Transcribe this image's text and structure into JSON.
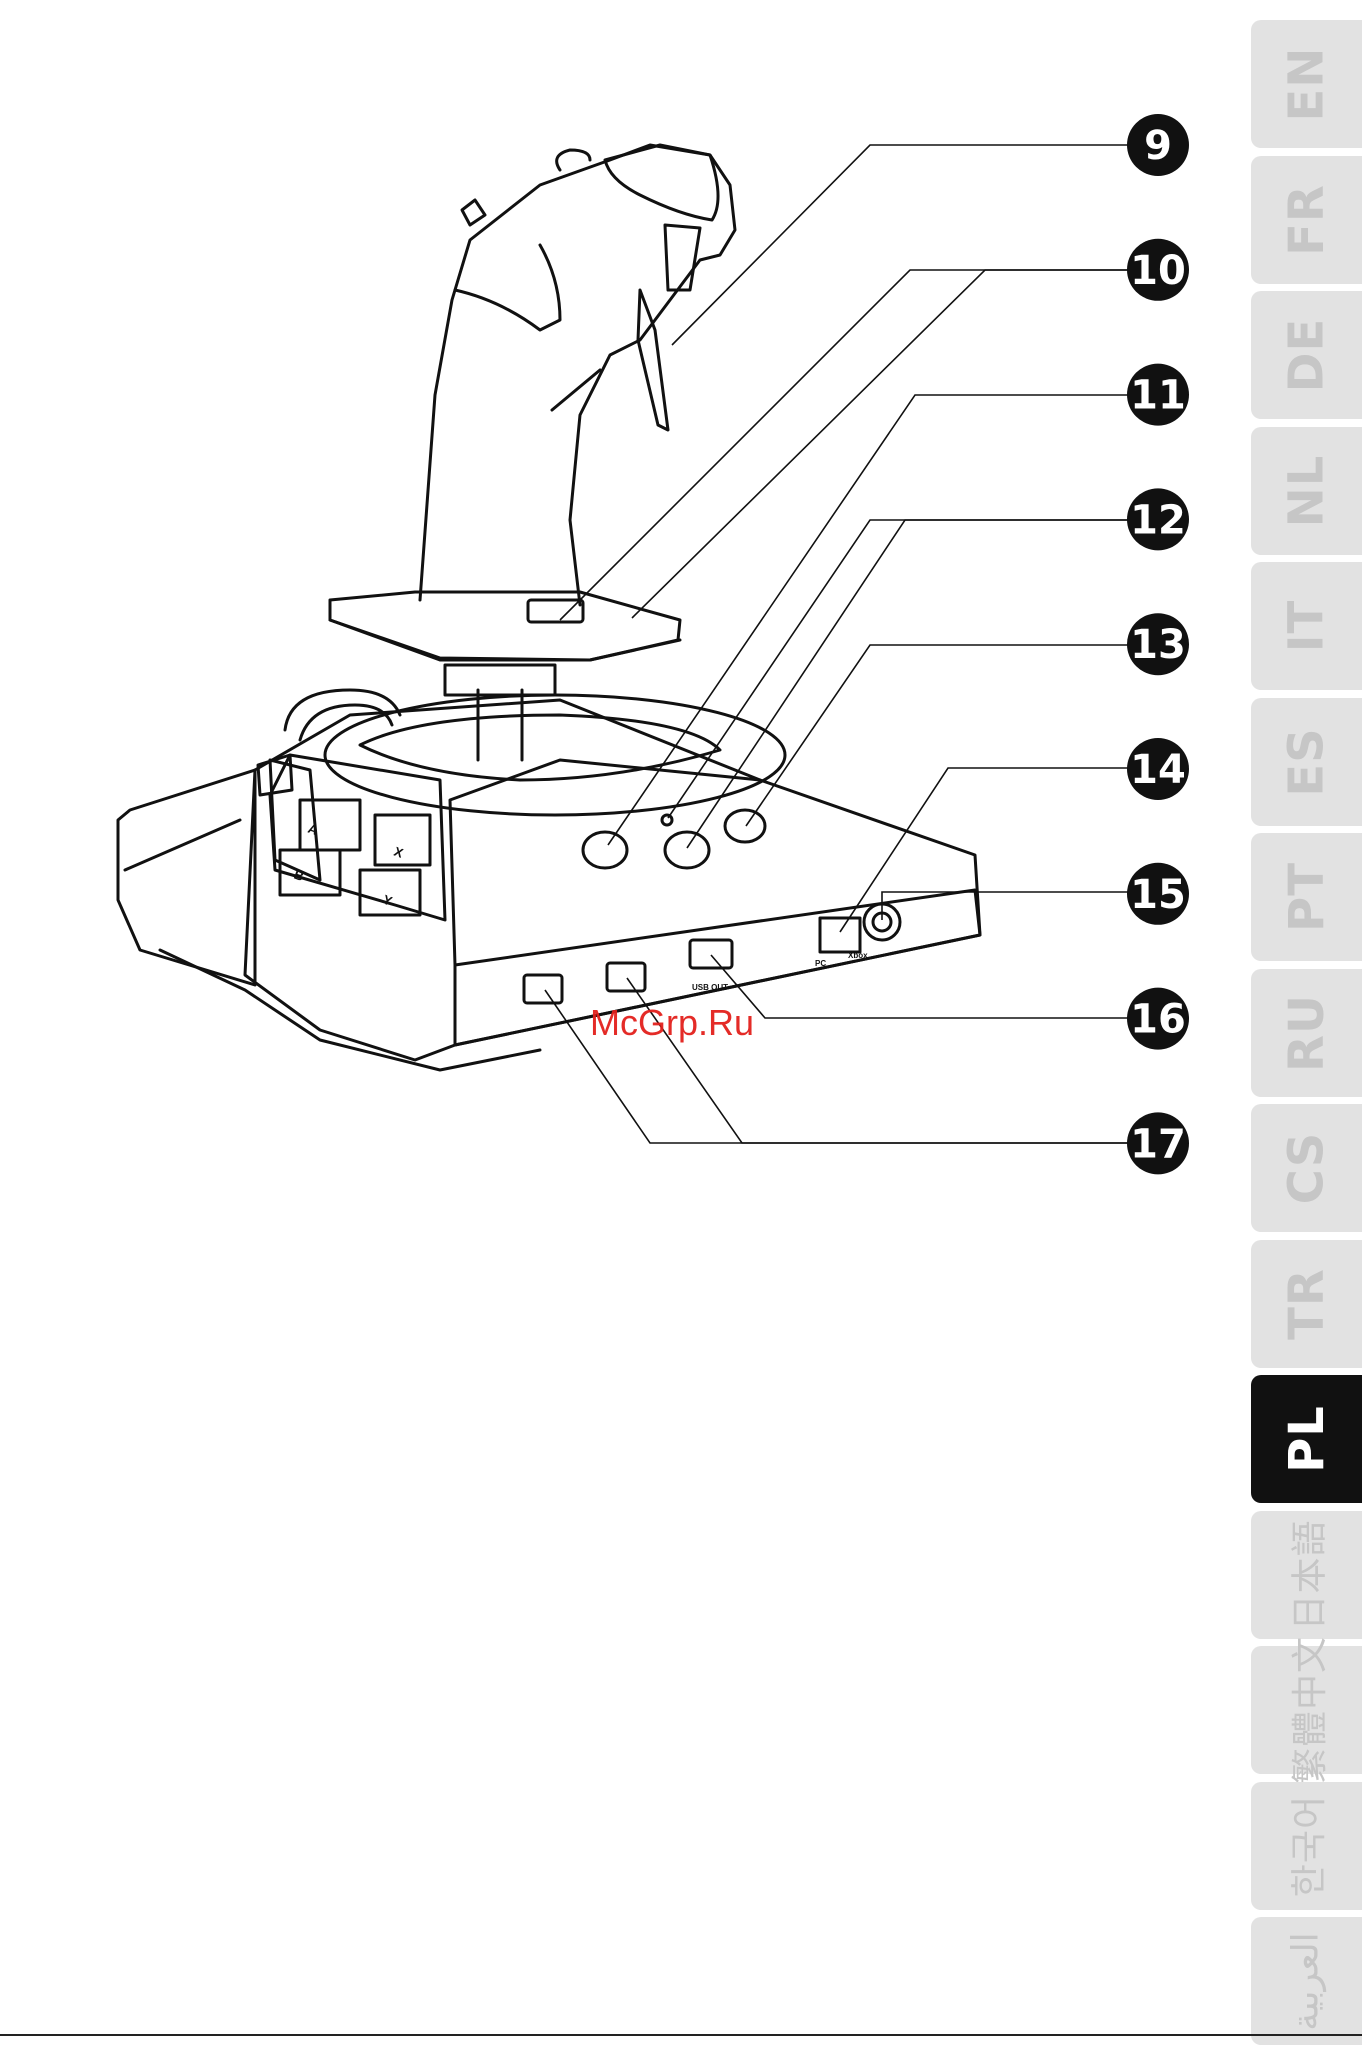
{
  "callouts": [
    "9",
    "10",
    "11",
    "12",
    "13",
    "14",
    "15",
    "16",
    "17"
  ],
  "keys": {
    "a": "A",
    "b": "B",
    "x": "X",
    "y": "Y"
  },
  "port_labels": {
    "usb_out": "USB OUT",
    "pc": "PC",
    "xbox": "Xbox"
  },
  "watermark": "McGrp.Ru",
  "languages": [
    {
      "code": "EN",
      "active": false
    },
    {
      "code": "FR",
      "active": false
    },
    {
      "code": "DE",
      "active": false
    },
    {
      "code": "NL",
      "active": false
    },
    {
      "code": "IT",
      "active": false
    },
    {
      "code": "ES",
      "active": false
    },
    {
      "code": "PT",
      "active": false
    },
    {
      "code": "RU",
      "active": false
    },
    {
      "code": "CS",
      "active": false
    },
    {
      "code": "TR",
      "active": false
    },
    {
      "code": "PL",
      "active": true
    },
    {
      "code": "日本語",
      "active": false
    },
    {
      "code": "繁體中文",
      "active": false
    },
    {
      "code": "한국어",
      "active": false
    },
    {
      "code": "العربية",
      "active": false
    }
  ],
  "colors": {
    "ink": "#111111",
    "tab_inactive": "#e2e2e2",
    "tab_text_inactive": "#c6c6c6",
    "tab_active": "#111111",
    "watermark": "#e3201b"
  }
}
